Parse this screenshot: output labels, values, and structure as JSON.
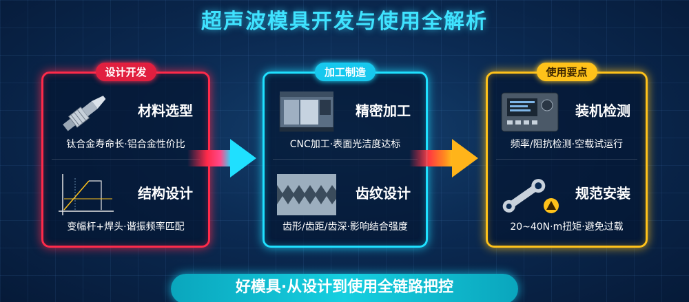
{
  "title": "超声波模具开发与使用全解析",
  "panels": [
    {
      "pill": "设计开发",
      "items": [
        {
          "label": "材料选型",
          "caption": "钛合金寿命长·铝合金性价比",
          "icon": "ultrasonic-horn-icon"
        },
        {
          "label": "结构设计",
          "caption": "变幅杆+焊头·谐振频率匹配",
          "icon": "design-diagram-icon"
        }
      ]
    },
    {
      "pill": "加工制造",
      "items": [
        {
          "label": "精密加工",
          "caption": "CNC加工·表面光洁度达标",
          "icon": "cnc-machine-icon"
        },
        {
          "label": "齿纹设计",
          "caption": "齿形/齿距/齿深·影响结合强度",
          "icon": "tooth-pattern-icon"
        }
      ]
    },
    {
      "pill": "使用要点",
      "items": [
        {
          "label": "装机检测",
          "caption": "频率/阻抗检测·空载试运行",
          "icon": "ultrasonic-generator-icon"
        },
        {
          "label": "规范安装",
          "caption": "20~40N·m扭矩·避免过载",
          "icon": "wrench-warning-icon"
        }
      ]
    }
  ],
  "banner": "好模具·从设计到使用全链路把控",
  "colors": {
    "red": "#ff2a4a",
    "cyan": "#1fe0ff",
    "gold": "#ffc21a",
    "title": "#3fe3ff"
  }
}
